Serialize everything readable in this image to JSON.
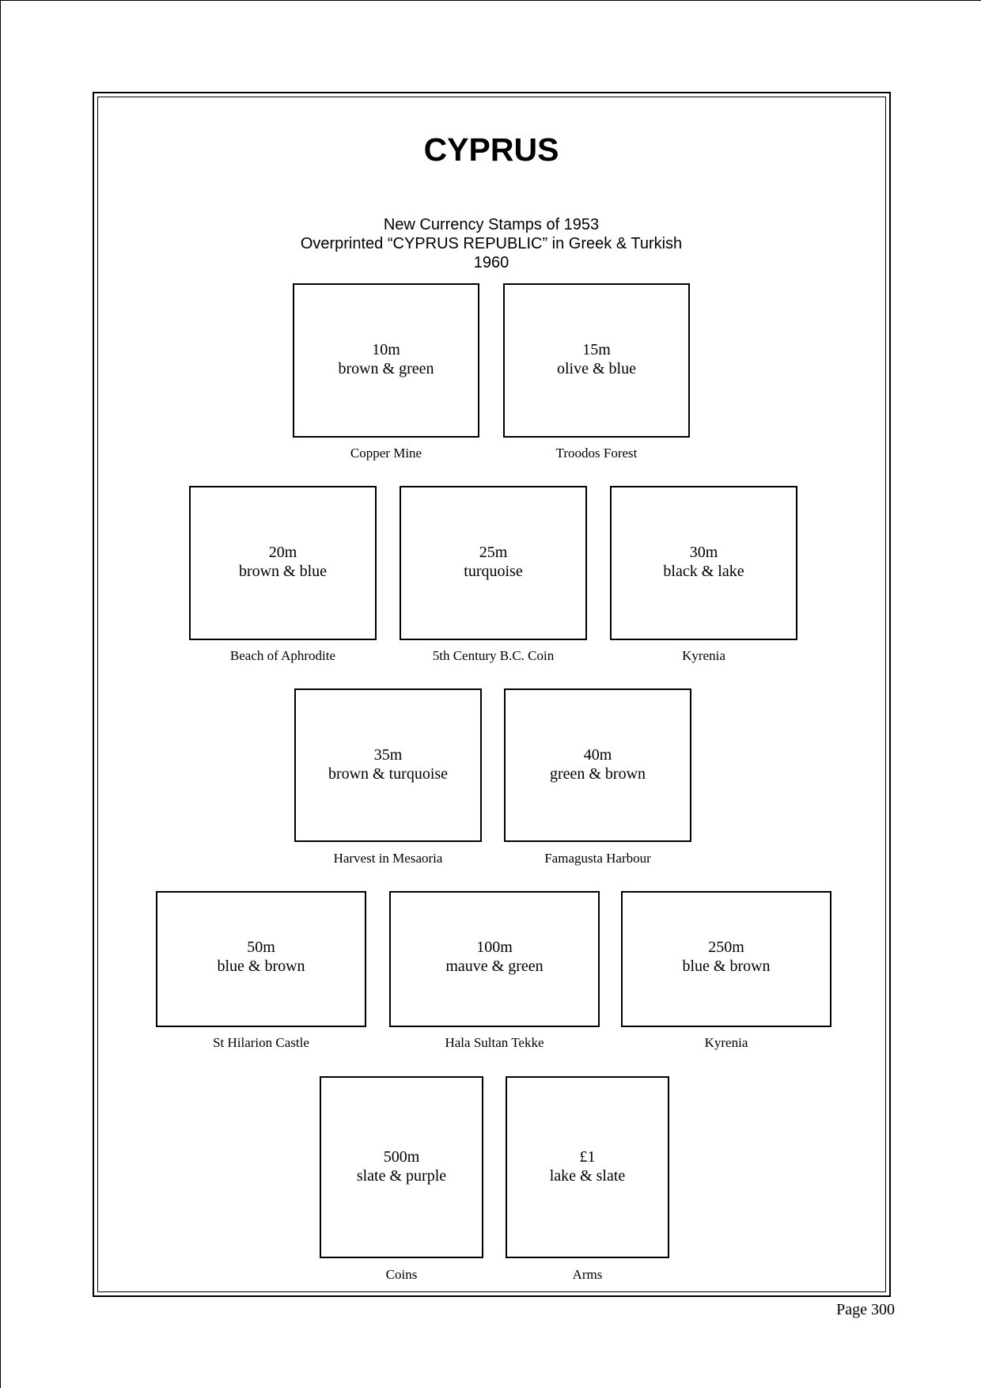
{
  "title": "CYPRUS",
  "subtitle": {
    "line1": "New Currency Stamps of 1953",
    "line2": "Overprinted “CYPRUS REPUBLIC” in Greek & Turkish",
    "line3": "1960"
  },
  "stamps": [
    {
      "value": "10m",
      "color": "brown & green",
      "caption": "Copper Mine"
    },
    {
      "value": "15m",
      "color": "olive & blue",
      "caption": "Troodos Forest"
    },
    {
      "value": "20m",
      "color": "brown & blue",
      "caption": "Beach of Aphrodite"
    },
    {
      "value": "25m",
      "color": "turquoise",
      "caption": "5th Century B.C. Coin"
    },
    {
      "value": "30m",
      "color": "black & lake",
      "caption": "Kyrenia"
    },
    {
      "value": "35m",
      "color": "brown & turquoise",
      "caption": "Harvest in Mesaoria"
    },
    {
      "value": "40m",
      "color": "green & brown",
      "caption": "Famagusta Harbour"
    },
    {
      "value": "50m",
      "color": "blue & brown",
      "caption": "St Hilarion Castle"
    },
    {
      "value": "100m",
      "color": "mauve & green",
      "caption": "Hala Sultan Tekke"
    },
    {
      "value": "250m",
      "color": "blue & brown",
      "caption": "Kyrenia"
    },
    {
      "value": "500m",
      "color": "slate & purple",
      "caption": "Coins"
    },
    {
      "value": "£1",
      "color": "lake & slate",
      "caption": "Arms"
    }
  ],
  "page_number": "Page 300"
}
